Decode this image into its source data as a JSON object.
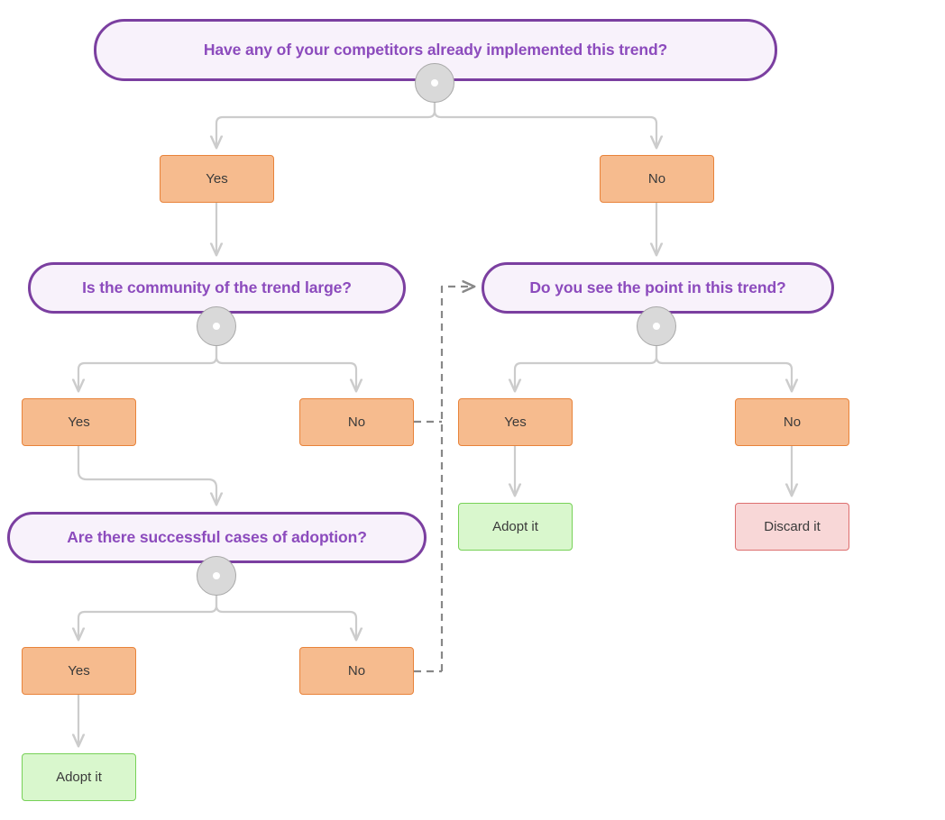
{
  "diagram": {
    "title": "Trend adoption decision flowchart",
    "background": "#ffffff",
    "palette": {
      "decision_fill": "#f8f2fb",
      "decision_border": "#7b3fa0",
      "decision_text": "#8c4bbd",
      "answer_fill": "#f6bb8e",
      "answer_border": "#e8833a",
      "positive_fill": "#d9f7cd",
      "positive_border": "#77d157",
      "negative_fill": "#f8d7d7",
      "negative_border": "#dd6f6f",
      "connector": "#cccccc",
      "dashed_connector": "#888888",
      "hub_fill": "#d9d9d9",
      "hub_border": "#a8a8a8",
      "body_text": "#3a3a3a"
    }
  },
  "nodes": {
    "q_competitors": {
      "label": "Have any of your competitors already implemented this trend?",
      "type": "decision"
    },
    "q_community": {
      "label": "Is the community of the trend large?",
      "type": "decision"
    },
    "q_point": {
      "label": "Do you see the point in this trend?",
      "type": "decision"
    },
    "q_cases": {
      "label": "Are there successful cases of adoption?",
      "type": "decision"
    },
    "a1_yes": {
      "label": "Yes",
      "type": "answer"
    },
    "a1_no": {
      "label": "No",
      "type": "answer"
    },
    "a2_yes": {
      "label": "Yes",
      "type": "answer"
    },
    "a2_no": {
      "label": "No",
      "type": "answer"
    },
    "a3_yes": {
      "label": "Yes",
      "type": "answer"
    },
    "a3_no": {
      "label": "No",
      "type": "answer"
    },
    "a4_yes": {
      "label": "Yes",
      "type": "answer"
    },
    "a4_no": {
      "label": "No",
      "type": "answer"
    },
    "t_adopt_left": {
      "label": "Adopt it",
      "type": "positive"
    },
    "t_adopt_right": {
      "label": "Adopt it",
      "type": "positive"
    },
    "t_discard": {
      "label": "Discard it",
      "type": "negative"
    }
  }
}
